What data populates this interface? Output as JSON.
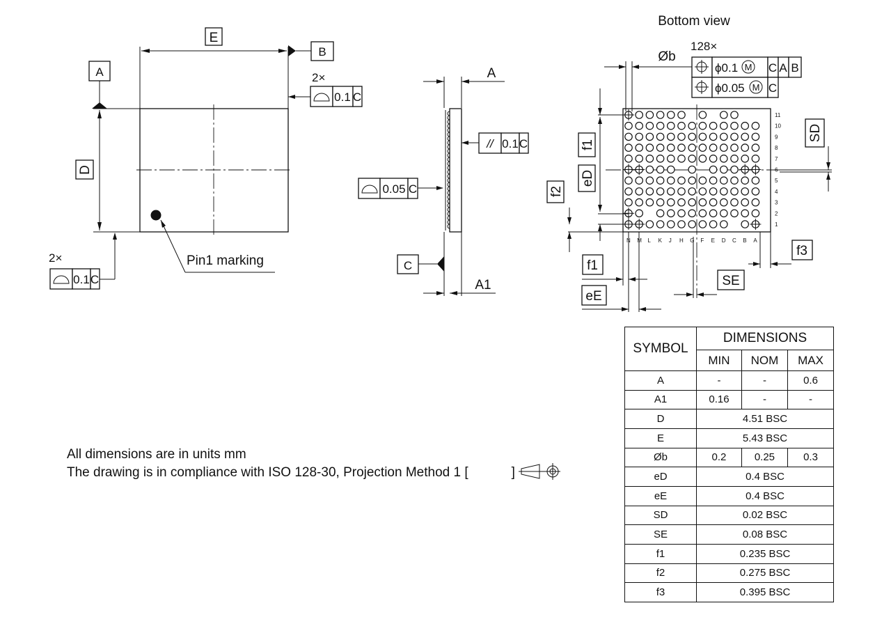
{
  "top_view": {
    "label_E": "E",
    "label_D": "D",
    "datum_A": "A",
    "datum_B": "B",
    "fcf_upper": {
      "count": "2×",
      "value": "0.1",
      "datum": "C"
    },
    "fcf_lower": {
      "count": "2×",
      "value": "0.1",
      "datum": "C"
    },
    "pin1_label": "Pin1 marking"
  },
  "side_view": {
    "label_A": "A",
    "label_A1": "A1",
    "datum_C": "C",
    "fcf_parallel": {
      "symbol": "//",
      "value": "0.1",
      "datum": "C"
    },
    "fcf_flatness": {
      "value": "0.05",
      "datum": "C"
    }
  },
  "bottom_view": {
    "title": "Bottom view",
    "ball_count": "128×",
    "ball_dia_label": "Øb",
    "fcf_pos1": {
      "value": "ϕ0.1",
      "modifier": "M",
      "datums": [
        "C",
        "A",
        "B"
      ]
    },
    "fcf_pos2": {
      "value": "ϕ0.05",
      "modifier": "M",
      "datums": [
        "C"
      ]
    },
    "labels": {
      "f1_left": "f1",
      "eD": "eD",
      "f2": "f2",
      "SD": "SD",
      "f1_bottom": "f1",
      "eE": "eE",
      "SE": "SE",
      "f3": "f3"
    },
    "column_letters": [
      "N",
      "M",
      "L",
      "K",
      "J",
      "H",
      "G",
      "F",
      "E",
      "D",
      "C",
      "B",
      "A"
    ],
    "row_numbers": [
      "11",
      "10",
      "9",
      "8",
      "7",
      "6",
      "5",
      "4",
      "3",
      "2",
      "1"
    ],
    "ball_grid": [
      "1111110101100",
      "1111111111111",
      "1111111111111",
      "1111111111111",
      "1111111111111",
      "1111101011111",
      "1111111111111",
      "1111111111111",
      "1111111111111",
      "1101111111111",
      "1111111111011"
    ],
    "crosshair_balls": [
      [
        0,
        0
      ],
      [
        5,
        0
      ],
      [
        5,
        1
      ],
      [
        5,
        11
      ],
      [
        5,
        12
      ],
      [
        9,
        0
      ],
      [
        10,
        0
      ],
      [
        10,
        1
      ],
      [
        10,
        12
      ]
    ]
  },
  "notes": [
    "All dimensions are in units mm",
    "The drawing is in compliance with ISO 128-30, Projection Method 1 ["
  ],
  "notes_close": "]",
  "table": {
    "header_symbol": "SYMBOL",
    "header_dimensions": "DIMENSIONS",
    "col_min": "MIN",
    "col_nom": "NOM",
    "col_max": "MAX",
    "rows": [
      {
        "symbol": "A",
        "min": "-",
        "nom": "-",
        "max": "0.6"
      },
      {
        "symbol": "A1",
        "min": "0.16",
        "nom": "-",
        "max": "-"
      },
      {
        "symbol": "D",
        "bsc": "4.51 BSC"
      },
      {
        "symbol": "E",
        "bsc": "5.43 BSC"
      },
      {
        "symbol": "Øb",
        "min": "0.2",
        "nom": "0.25",
        "max": "0.3"
      },
      {
        "symbol": "eD",
        "bsc": "0.4 BSC"
      },
      {
        "symbol": "eE",
        "bsc": "0.4 BSC"
      },
      {
        "symbol": "SD",
        "bsc": "0.02 BSC"
      },
      {
        "symbol": "SE",
        "bsc": "0.08 BSC"
      },
      {
        "symbol": "f1",
        "bsc": "0.235 BSC"
      },
      {
        "symbol": "f2",
        "bsc": "0.275 BSC"
      },
      {
        "symbol": "f3",
        "bsc": "0.395 BSC"
      }
    ]
  }
}
